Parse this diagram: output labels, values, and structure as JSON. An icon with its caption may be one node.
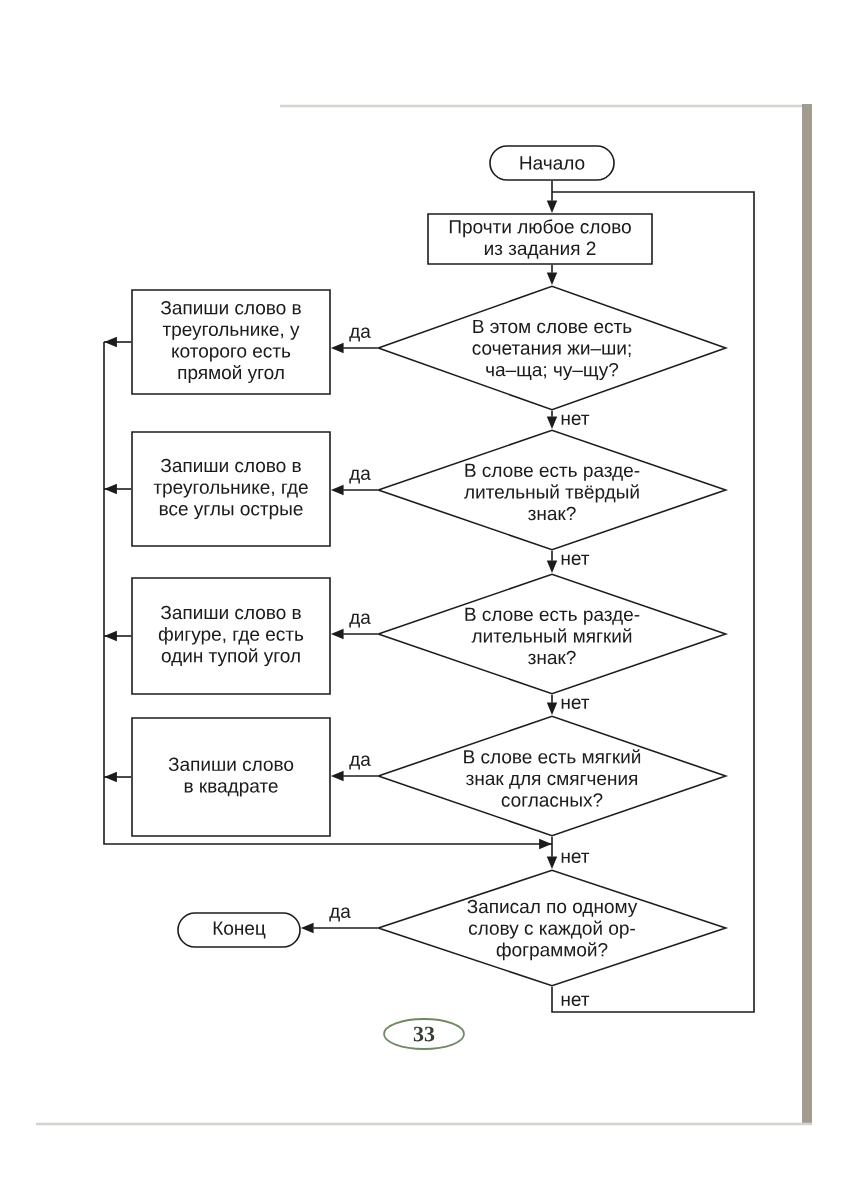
{
  "diagram": {
    "nodes": [
      {
        "text": [
          "Начало"
        ]
      },
      {
        "text": [
          "Прочти любое слово из задания 2"
        ]
      },
      {
        "text": [
          "В этом слове есть сочетания жи–ши; ча–ща; чу–щу?"
        ]
      },
      {
        "text": [
          "Запиши слово в треугольнике, у которого есть прямой угол"
        ]
      },
      {
        "text": [
          "В слове есть разде- лительный твёрдый знак?"
        ]
      },
      {
        "text": [
          "Запиши слово в треугольнике, где все углы острые"
        ]
      },
      {
        "text": [
          "В слове есть разде- лительный мягкий знак?"
        ]
      },
      {
        "text": [
          "Запиши слово в фигуре, где есть один тупой угол"
        ]
      },
      {
        "text": [
          "В слове есть мягкий знак для смягчения согласных?"
        ]
      },
      {
        "text": [
          "Запиши слово в квадрате"
        ]
      },
      {
        "text": [
          "Записал по одному слову с каждой ор- фограммой?"
        ]
      },
      {
        "text": [
          "Конец"
        ]
      }
    ],
    "edges": [
      {
        "from": 0,
        "to": 1,
        "arrow": "to"
      },
      {
        "from": 1,
        "to": 2,
        "arrow": "to"
      },
      {
        "from": 2,
        "to": 3,
        "arrow": "to",
        "label": "да"
      },
      {
        "from": 2,
        "to": 4,
        "arrow": "to",
        "label": "нет"
      },
      {
        "from": 4,
        "to": 5,
        "arrow": "to",
        "label": "да"
      },
      {
        "from": 4,
        "to": 6,
        "arrow": "to",
        "label": "нет"
      },
      {
        "from": 6,
        "to": 7,
        "arrow": "to",
        "label": "да"
      },
      {
        "from": 6,
        "to": 8,
        "arrow": "to",
        "label": "нет"
      },
      {
        "from": 8,
        "to": 9,
        "arrow": "to",
        "label": "да"
      },
      {
        "from": 8,
        "to": 10,
        "arrow": "to",
        "label": "нет"
      },
      {
        "from": 3,
        "to": 10,
        "arrow": "to"
      },
      {
        "from": 5,
        "to": 10,
        "arrow": "to"
      },
      {
        "from": 7,
        "to": 10,
        "arrow": "to"
      },
      {
        "from": 9,
        "to": 10,
        "arrow": "to"
      },
      {
        "from": 10,
        "to": 11,
        "arrow": "to",
        "label": "да"
      },
      {
        "from": 10,
        "to": 1,
        "arrow": "to",
        "label": "нет"
      }
    ],
    "labels": [
      "33"
    ]
  }
}
